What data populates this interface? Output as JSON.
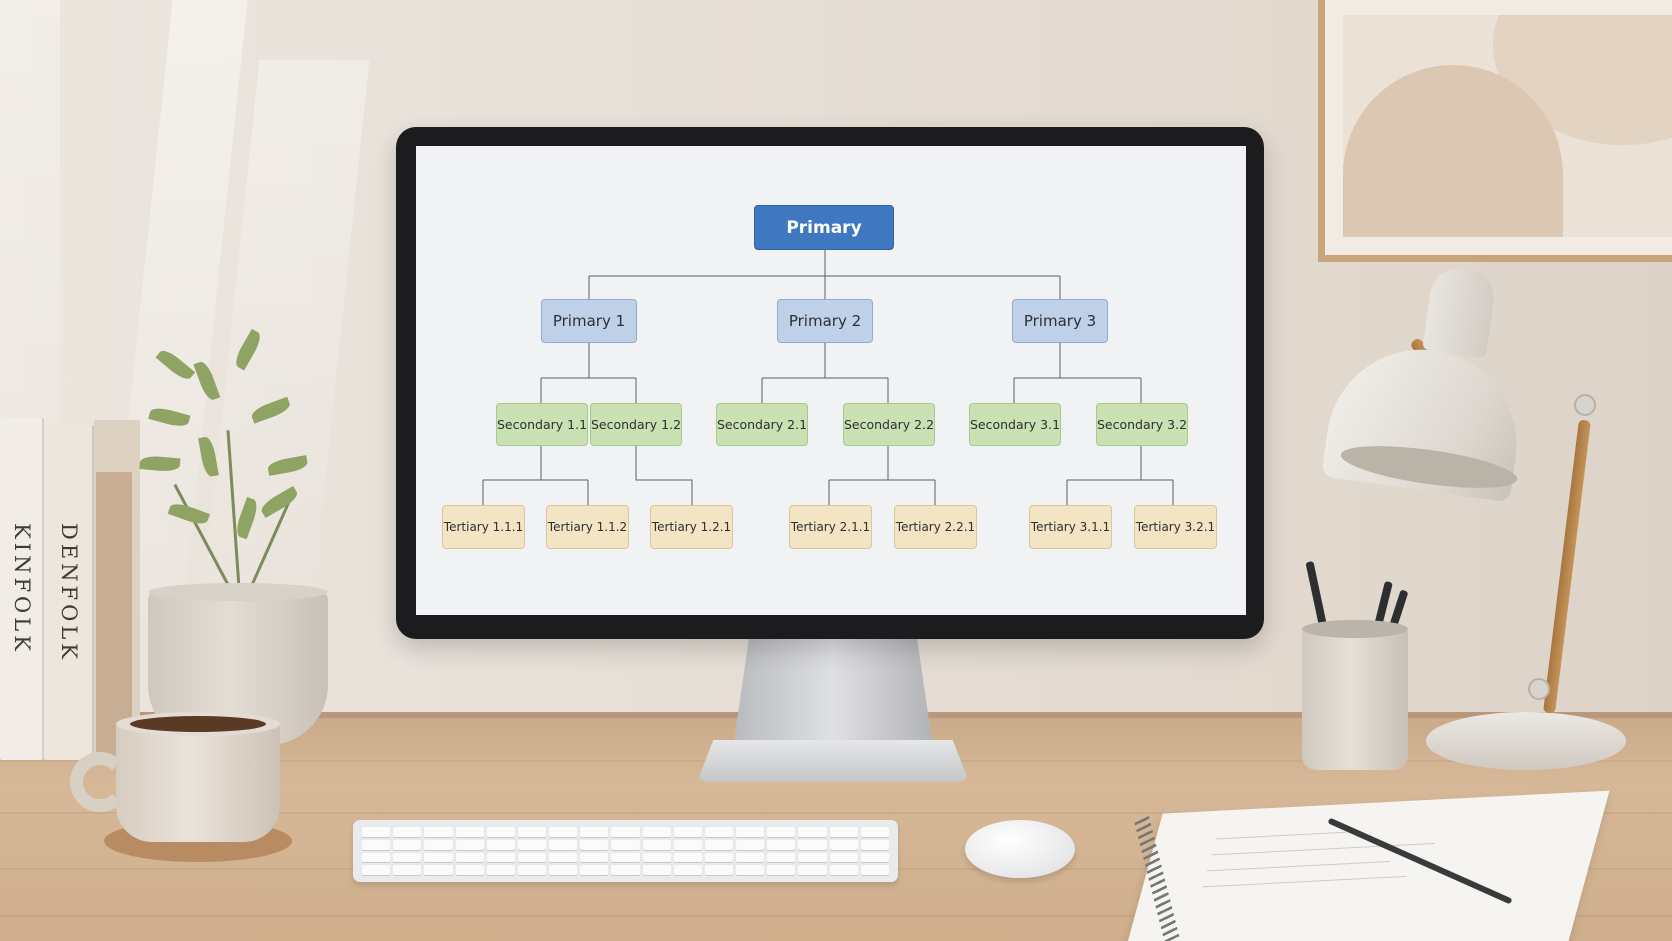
{
  "books": [
    "KINFOLK",
    "DENFOLK"
  ],
  "diagram": {
    "root": "Primary",
    "primaries": [
      "Primary 1",
      "Primary 2",
      "Primary 3"
    ],
    "secondaries": [
      "Secondary 1.1",
      "Secondary 1.2",
      "Secondary 2.1",
      "Secondary 2.2",
      "Secondary 3.1",
      "Secondary 3.2"
    ],
    "tertiaries": [
      "Tertiary 1.1.1",
      "Tertiary 1.1.2",
      "Tertiary 1.2.1",
      "Tertiary 2.1.1",
      "Tertiary 2.2.1",
      "Tertiary 3.1.1",
      "Tertiary 3.2.1"
    ],
    "colors": {
      "root": "#3f78c1",
      "primary": "#bfd1e8",
      "secondary": "#c9e1b3",
      "tertiary": "#f3e4c4"
    }
  }
}
